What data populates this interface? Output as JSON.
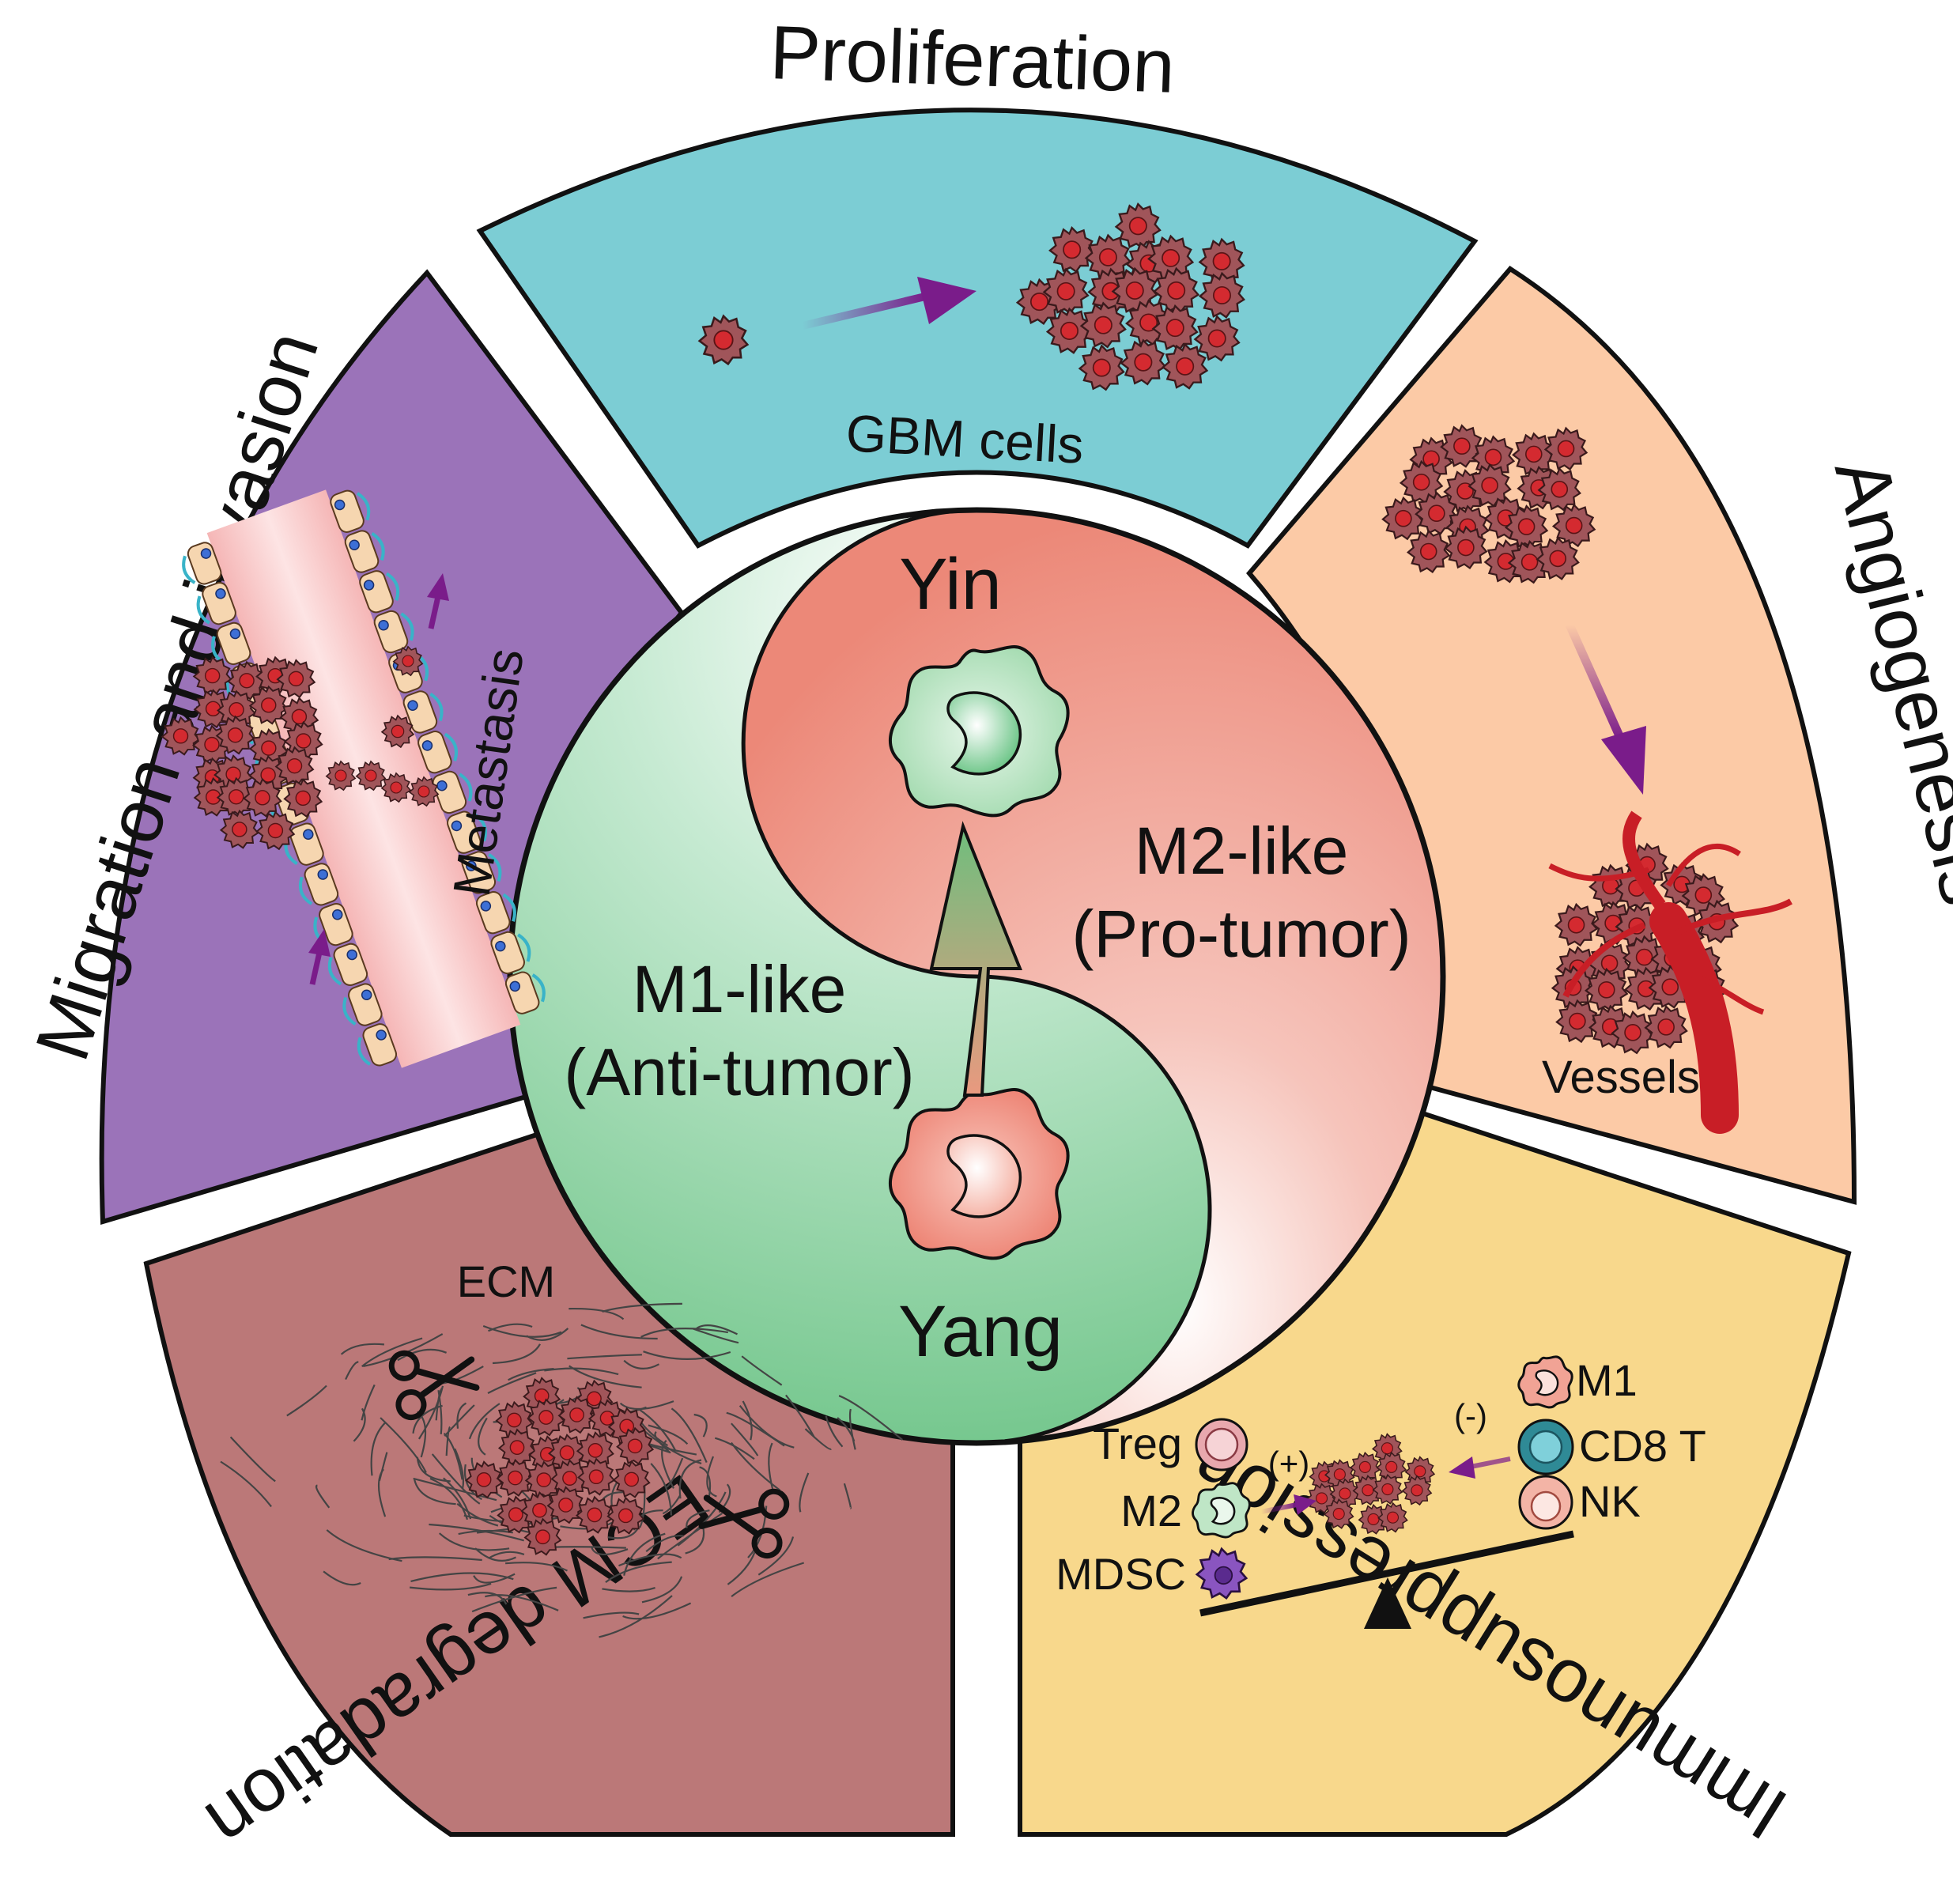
{
  "colors": {
    "proliferation": "#7ccdd4",
    "angiogenesis": "#fccaa6",
    "immunosuppression": "#f8d88c",
    "ecm": "#bb7878",
    "migration": "#9b73b9",
    "yang_green": "#6dc487",
    "yin_red": "#ee8a7a",
    "tumor_cell": "#9d4a4e",
    "tumor_nucleus": "#d32a2f",
    "arrow_purple": "#7a1c8a",
    "vessel_red": "#c81e26"
  },
  "sectors": {
    "proliferation": {
      "title": "Proliferation",
      "cells_label": "GBM cells"
    },
    "angiogenesis": {
      "title": "Angiogenesis",
      "vessels_label": "Vessels"
    },
    "immunosuppression": {
      "title": "Immunosuppression",
      "left_cells": [
        "Treg",
        "M2",
        "MDSC"
      ],
      "right_cells": [
        "M1",
        "CD8 T",
        "NK"
      ],
      "plus_label": "(+)",
      "minus_label": "(-)"
    },
    "ecm": {
      "title": "ECM degradation",
      "ecm_label": "ECM"
    },
    "migration": {
      "title": "Migration and invasion",
      "metastasis_label": "Metastasis"
    }
  },
  "center": {
    "yin_label": "Yin",
    "yang_label": "Yang",
    "m2_line1": "M2-like",
    "m2_line2": "(Pro-tumor)",
    "m1_line1": "M1-like",
    "m1_line2": "(Anti-tumor)"
  }
}
